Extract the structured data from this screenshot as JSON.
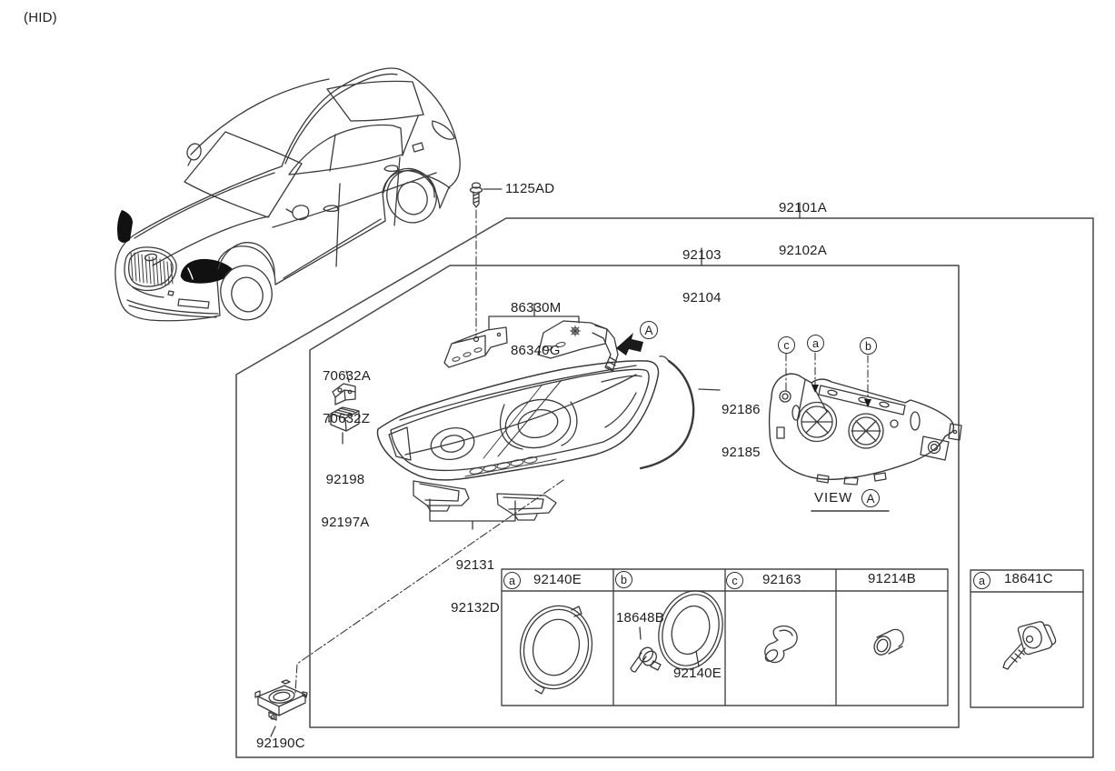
{
  "page": {
    "variant_tag": "(HID)"
  },
  "labels": {
    "screw": "1125AD",
    "headlamp_assy_line1": "92101A",
    "headlamp_assy_line2": "92102A",
    "subassy_line1": "92103",
    "subassy_line2": "92104",
    "bracket_line1": "86330M",
    "bracket_line2": "86340G",
    "side_bracket_line1": "70632A",
    "side_bracket_line2": "70632Z",
    "retainer_line1": "92198",
    "retainer_line2": "92197A",
    "strip_line1": "92186",
    "strip_line2": "92185",
    "clip_line1": "92131",
    "clip_line2": "92132D",
    "ballast": "92190C",
    "view_caption": "VIEW"
  },
  "callout_circles": {
    "a": "a",
    "b": "b",
    "c": "c",
    "view_ref": "A",
    "arrow_ref": "A"
  },
  "parts_table": {
    "cells": [
      {
        "ref": "a",
        "part": "92140E"
      },
      {
        "ref": "b",
        "bulb_part": "18648B",
        "cap_part": "92140E"
      },
      {
        "ref": "c",
        "part": "92163"
      },
      {
        "part": "91214B"
      }
    ],
    "side_cell": {
      "ref": "a",
      "part": "18641C"
    }
  },
  "colors": {
    "line": "#3a3a3a",
    "text": "#1e1e1e",
    "fill_black": "#111111",
    "background": "#ffffff"
  }
}
